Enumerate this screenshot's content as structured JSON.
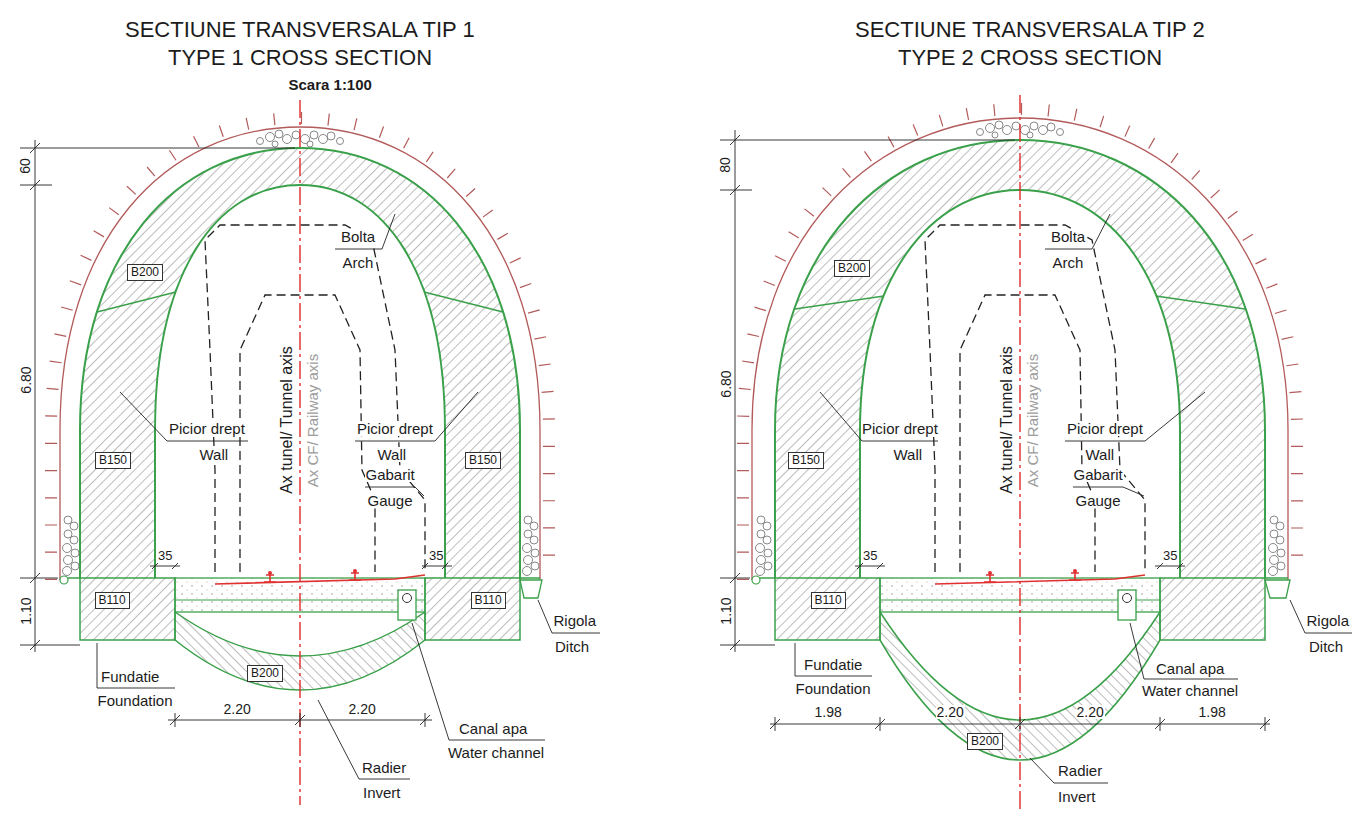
{
  "diagram": {
    "nodes": [
      {
        "text": [
          "B200"
        ]
      },
      {
        "text": [
          "B150"
        ]
      },
      {
        "text": [
          "B150"
        ]
      },
      {
        "text": [
          "B110"
        ]
      },
      {
        "text": [
          "B110"
        ]
      },
      {
        "text": [
          "B200"
        ]
      },
      {
        "text": [
          "B200"
        ]
      },
      {
        "text": [
          "B150"
        ]
      },
      {
        "text": [
          "B110"
        ]
      },
      {
        "text": [
          "B200"
        ]
      }
    ],
    "labels": [
      "SECTIUNE TRANSVERSALA TIP 1",
      "TYPE 1 CROSS SECTION",
      "Scara 1:100",
      "60",
      "6.80",
      "1.10",
      "Bolta",
      "Arch",
      "Picior drept",
      "Wall",
      "Picior drept",
      "Wall",
      "Ax tunel/ Tunnel axis",
      "Ax CF/ Railway axis",
      "Gabarit",
      "Gauge",
      "35",
      "35",
      "Rigola",
      "Ditch",
      "Fundatie",
      "Foundation",
      "2.20",
      "2.20",
      "Canal apa",
      "Water channel",
      "Radier",
      "Invert",
      "SECTIUNE TRANSVERSALA TIP 2",
      "TYPE 2 CROSS SECTION",
      "80",
      "6.80",
      "1.10",
      "Bolta",
      "Arch",
      "Picior drept",
      "Wall",
      "Picior drept",
      "Wall",
      "Ax tunel/ Tunnel axis",
      "Ax CF/ Railway axis",
      "Gabarit",
      "Gauge",
      "35",
      "35",
      "Rigola",
      "Ditch",
      "Fundatie",
      "Foundation",
      "1.98",
      "2.20",
      "2.20",
      "1.98",
      "Canal apa",
      "Water channel",
      "Radier",
      "Invert"
    ]
  }
}
